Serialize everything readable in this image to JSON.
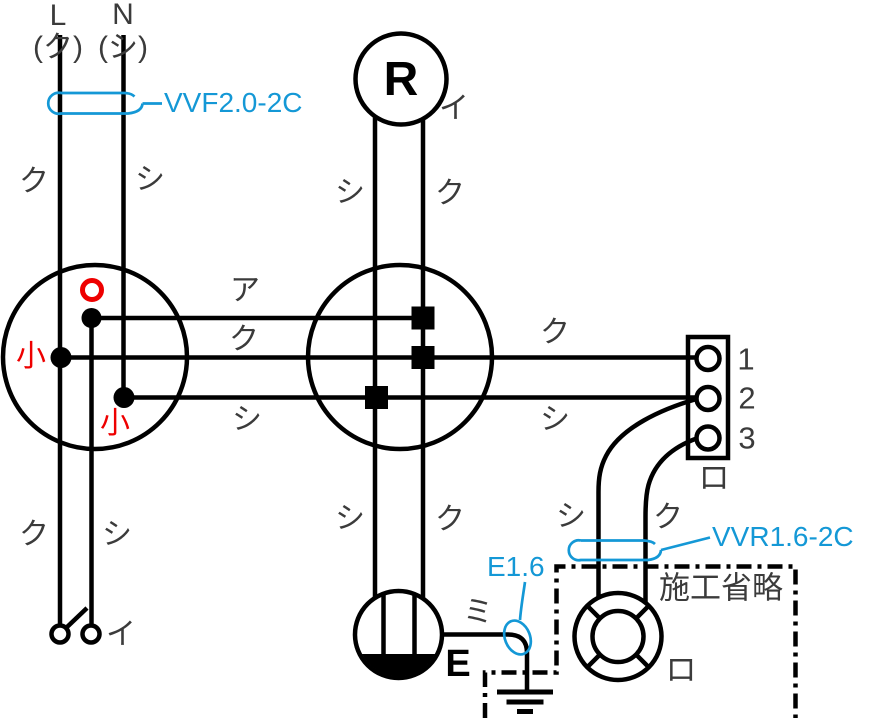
{
  "colors": {
    "wire": "#000000",
    "label_gray": "#3b3b3b",
    "mark_red": "#ee0000",
    "cable_blue": "#1498d6"
  },
  "power_source": {
    "line": "L",
    "line_note": "(ク)",
    "neutral": "N",
    "neutral_note": "(シ)"
  },
  "cable_tags": {
    "vvf": "VVF2.0-2C",
    "vvr": "VVR1.6-2C",
    "earth": "E1.6"
  },
  "crimp_marks": {
    "o_mark": "○",
    "small_left": "小",
    "small_bottom": "小"
  },
  "devices": {
    "lamp_receptacle": {
      "symbol": "R",
      "circuit": "イ"
    },
    "switch_circuit": "イ",
    "outlet_earth_label": "E",
    "terminal_block": {
      "terminals": [
        "1",
        "2",
        "3"
      ],
      "circuit": "ロ"
    },
    "ceiling_light_circuit": "ロ",
    "omitted_label": "施工省略"
  },
  "wire_labels": {
    "top_l": "ク",
    "top_n": "シ",
    "r_left": "シ",
    "r_right": "ク",
    "junction_a": "ア",
    "junction_k": "ク",
    "junction_s": "シ",
    "mid_right_k": "ク",
    "mid_right_s": "シ",
    "outlet_s": "シ",
    "outlet_k": "ク",
    "switch_k": "ク",
    "switch_s": "シ",
    "vvr_s": "シ",
    "vvr_k": "ク",
    "earth_m": "ミ"
  }
}
